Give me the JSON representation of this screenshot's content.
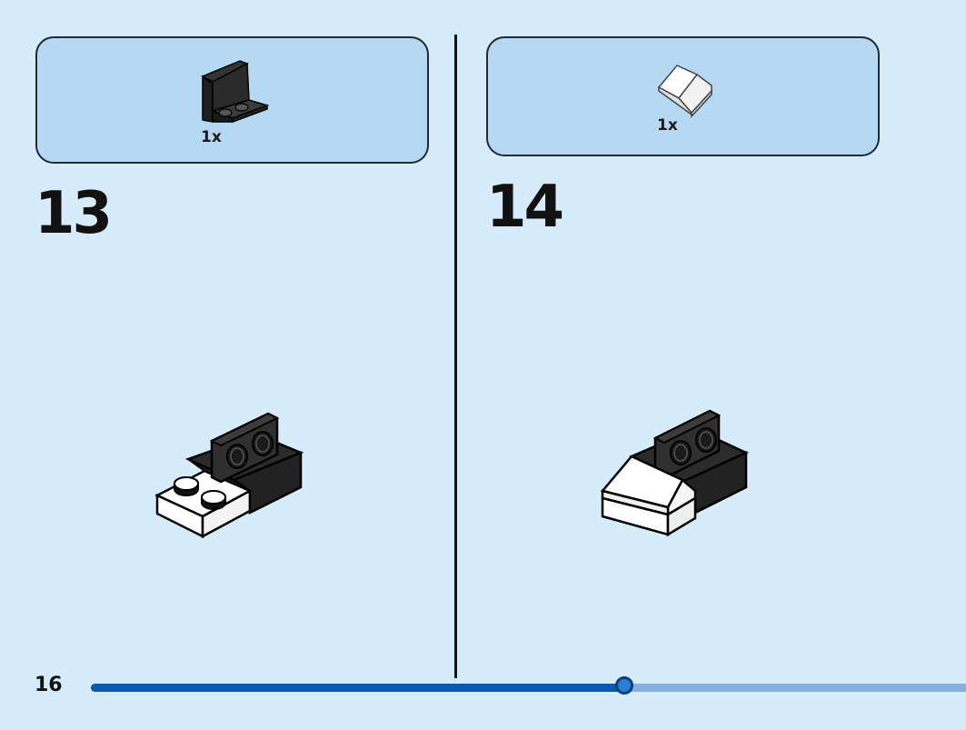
{
  "steps": [
    {
      "number": "13",
      "parts": [
        {
          "name": "bracket-1x2-2x2-black",
          "qty": "1x"
        }
      ]
    },
    {
      "number": "14",
      "parts": [
        {
          "name": "slope-1x2-white",
          "qty": "1x"
        }
      ]
    }
  ],
  "footer": {
    "page_number": "16",
    "progress_fraction": 0.61
  },
  "colors": {
    "background": "#d6ecfb",
    "parts_box": "#b5d8f3",
    "progress_fill": "#0a5bb0",
    "progress_track": "#88b0df",
    "brick_black": "#2a2a2a",
    "brick_white": "#ffffff"
  }
}
